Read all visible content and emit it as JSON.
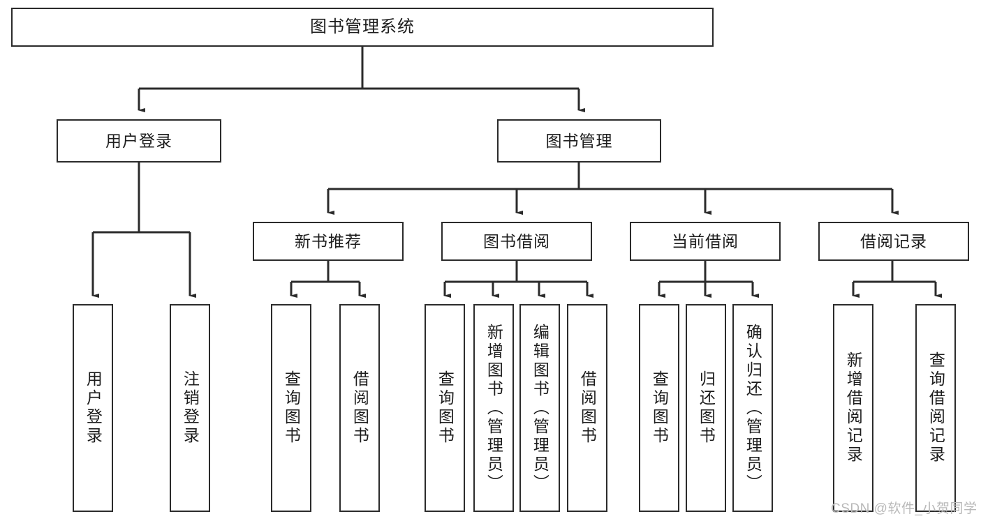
{
  "diagram": {
    "title": "图书管理系统",
    "type": "hierarchy-tree",
    "watermark": "CSDN @软件_小贺同学",
    "colors": {
      "stroke": "#2b2b2b",
      "fill": "#ffffff",
      "text": "#1d1d1d",
      "watermark": "#b9b9b9"
    },
    "levels": {
      "level1": [
        {
          "id": "root",
          "label": "图书管理系统"
        }
      ],
      "level2": [
        {
          "id": "user-login",
          "label": "用户登录",
          "parent": "root"
        },
        {
          "id": "book-manage",
          "label": "图书管理",
          "parent": "root"
        }
      ],
      "level3": [
        {
          "id": "new-book-rec",
          "label": "新书推荐",
          "parent": "book-manage"
        },
        {
          "id": "book-borrow",
          "label": "图书借阅",
          "parent": "book-manage"
        },
        {
          "id": "current-borrow",
          "label": "当前借阅",
          "parent": "book-manage"
        },
        {
          "id": "borrow-record",
          "label": "借阅记录",
          "parent": "book-manage"
        }
      ],
      "level4": [
        {
          "id": "leaf-user-login",
          "label": "用户登录",
          "parent": "user-login"
        },
        {
          "id": "leaf-user-logout",
          "label": "注销登录",
          "parent": "user-login"
        },
        {
          "id": "leaf-query-book-1",
          "label": "查询图书",
          "parent": "new-book-rec"
        },
        {
          "id": "leaf-borrow-book-1",
          "label": "借阅图书",
          "parent": "new-book-rec"
        },
        {
          "id": "leaf-query-book-2",
          "label": "查询图书",
          "parent": "book-borrow"
        },
        {
          "id": "leaf-add-book",
          "label": "新增图书（管理员）",
          "parent": "book-borrow"
        },
        {
          "id": "leaf-edit-book",
          "label": "编辑图书（管理员）",
          "parent": "book-borrow"
        },
        {
          "id": "leaf-borrow-book-2",
          "label": "借阅图书",
          "parent": "book-borrow"
        },
        {
          "id": "leaf-query-book-3",
          "label": "查询图书",
          "parent": "current-borrow"
        },
        {
          "id": "leaf-return-book",
          "label": "归还图书",
          "parent": "current-borrow"
        },
        {
          "id": "leaf-confirm-return",
          "label": "确认归还（管理员）",
          "parent": "current-borrow"
        },
        {
          "id": "leaf-add-record",
          "label": "新增借阅记录",
          "parent": "borrow-record"
        },
        {
          "id": "leaf-query-record",
          "label": "查询借阅记录",
          "parent": "borrow-record"
        }
      ]
    }
  }
}
